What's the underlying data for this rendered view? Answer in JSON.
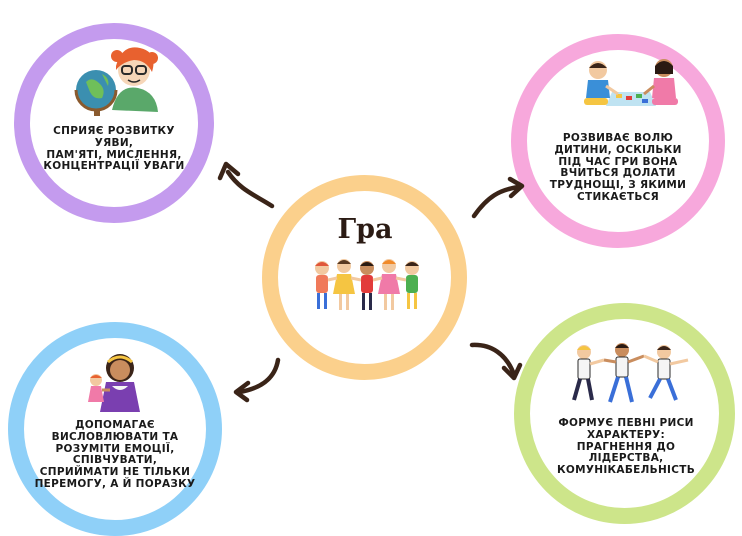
{
  "center": {
    "title": "Гра"
  },
  "cards": {
    "purple": {
      "lines": [
        "СПРИЯЄ РОЗВИТКУ УЯВИ,",
        "ПАМ'ЯТІ, МИСЛЕННЯ,",
        "КОНЦЕНТРАЦІЇ УВАГИ"
      ],
      "color": "#c49bee",
      "illustration": "girl-with-globe"
    },
    "pink": {
      "lines": [
        "РОЗВИВАЄ ВОЛЮ",
        "ДИТИНИ, ОСКІЛЬКИ",
        "ПІД ЧАС ГРИ ВОНА",
        "ВЧИТЬСЯ ДОЛАТИ",
        "ТРУДНОЩІ, З ЯКИМИ",
        "СТИКАЄТЬСЯ"
      ],
      "color": "#f7a8dc",
      "illustration": "kids-playing-board-game"
    },
    "blue": {
      "lines": [
        "ДОПОМАГАЄ",
        "ВИСЛОВЛЮВАТИ ТА",
        "РОЗУМІТИ ЕМОЦІЇ,",
        "СПІВЧУВАТИ,",
        "СПРИЙМАТИ НЕ ТІЛЬКИ",
        "ПЕРЕМОГУ, А Й ПОРАЗКУ"
      ],
      "color": "#8fd0f8",
      "illustration": "girl-with-doll"
    },
    "green": {
      "lines": [
        "ФОРМУЄ ПЕВНІ РИСИ",
        "ХАРАКТЕРУ:",
        "ПРАГНЕННЯ ДО",
        "ЛІДЕРСТВА,",
        "КОМУНІКАБЕЛЬНІСТЬ"
      ],
      "color": "#cde58a",
      "illustration": "kids-running"
    }
  },
  "center_style": {
    "color": "#fbd08c",
    "illustration": "children-dancing-in-circle"
  },
  "arrow_color": "#3a2418"
}
